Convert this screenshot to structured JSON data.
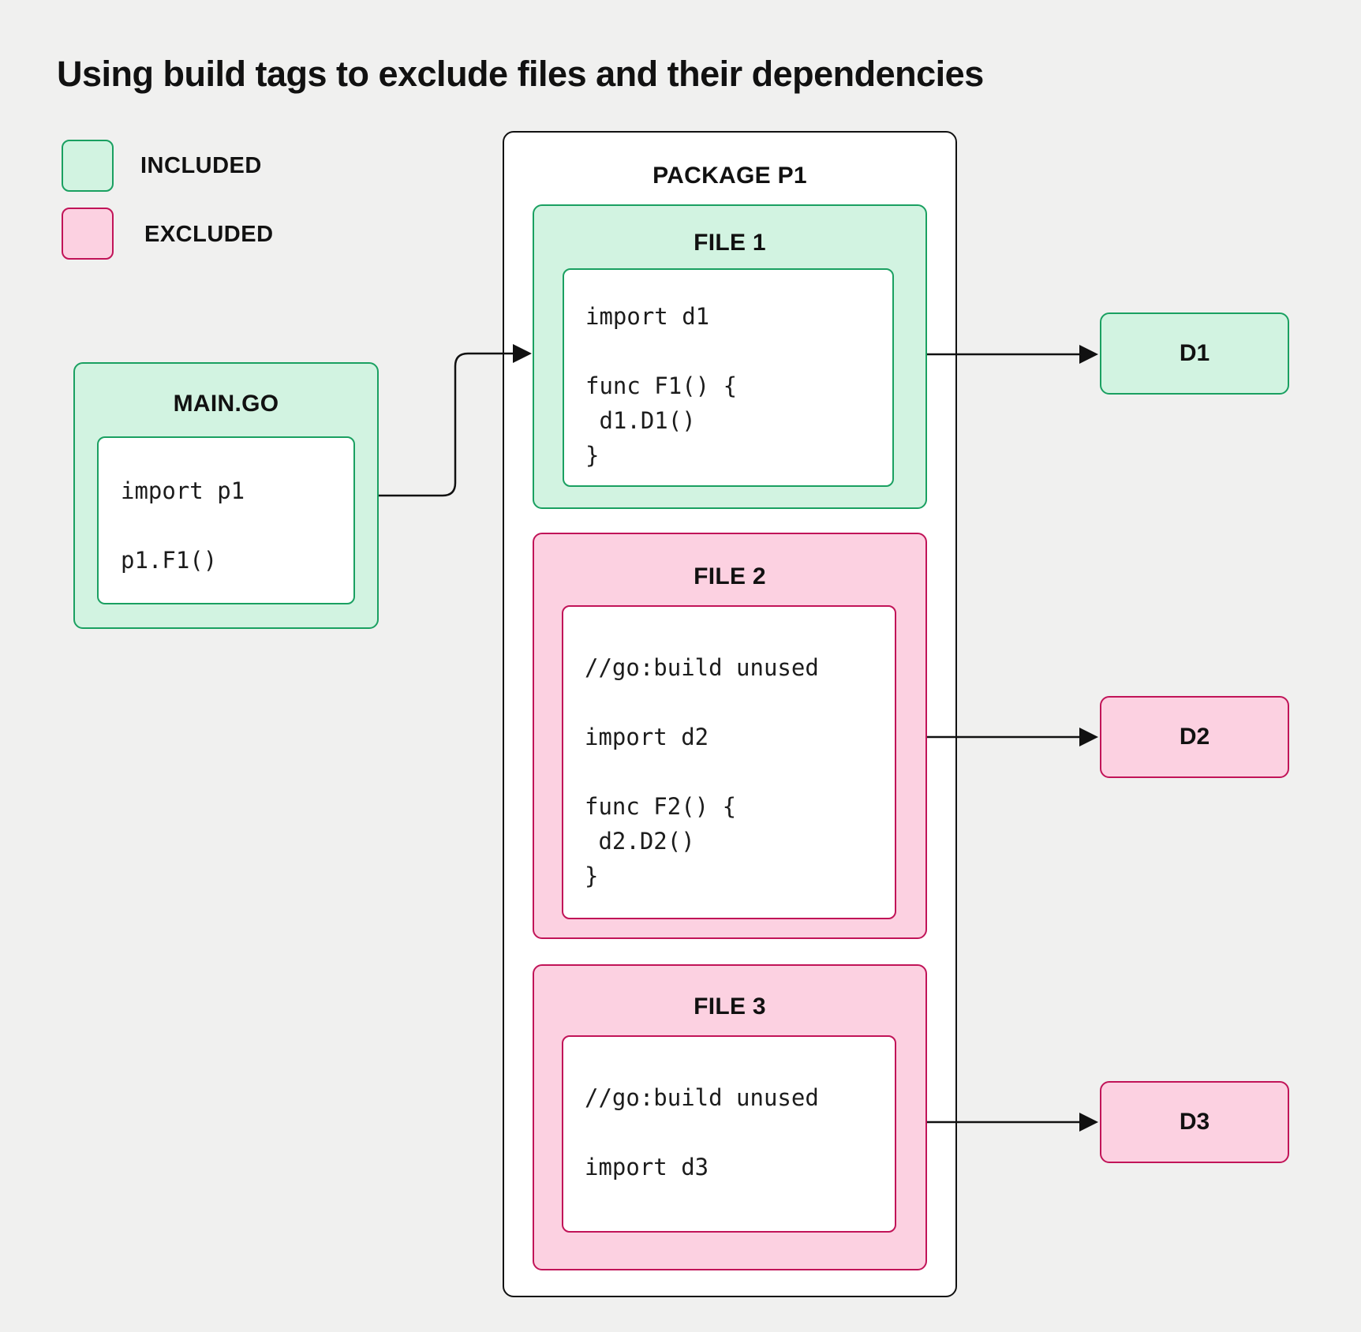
{
  "title": "Using build tags to exclude files and their dependencies",
  "colors": {
    "background": "#f0f0ef",
    "included_fill": "#d2f3e1",
    "included_border": "#1aa061",
    "excluded_fill": "#fcd1e1",
    "excluded_border": "#c11458",
    "package_border": "#111111",
    "arrow": "#111111"
  },
  "legend": {
    "included": "INCLUDED",
    "excluded": "EXCLUDED"
  },
  "main_go": {
    "title": "MAIN.GO",
    "code": [
      "import p1",
      "",
      "p1.F1()"
    ]
  },
  "package": {
    "title": "PACKAGE P1",
    "files": [
      {
        "label": "FILE 1",
        "status": "included",
        "code": [
          "import d1",
          "",
          "func F1() {",
          " d1.D1()",
          "}"
        ]
      },
      {
        "label": "FILE 2",
        "status": "excluded",
        "code": [
          "//go:build unused",
          "",
          "import d2",
          "",
          "func F2() {",
          " d2.D2()",
          "}"
        ]
      },
      {
        "label": "FILE 3",
        "status": "excluded",
        "code": [
          "//go:build unused",
          "",
          "import d3"
        ]
      }
    ]
  },
  "dependencies": [
    {
      "label": "D1",
      "status": "included"
    },
    {
      "label": "D2",
      "status": "excluded"
    },
    {
      "label": "D3",
      "status": "excluded"
    }
  ]
}
